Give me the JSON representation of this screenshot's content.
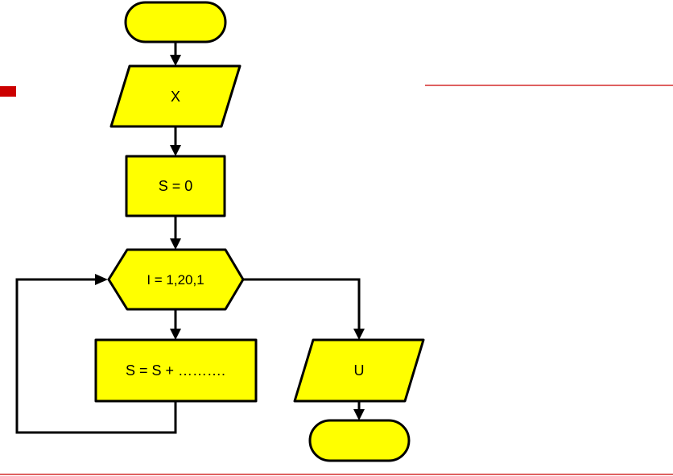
{
  "colors": {
    "node_fill": "#ffff00",
    "stroke": "#000000",
    "accent": "#cc0000",
    "background": "#ffffff"
  },
  "diagram": {
    "type": "flowchart",
    "nodes": {
      "start": {
        "shape": "terminator",
        "label": ""
      },
      "input_x": {
        "shape": "parallelogram",
        "label": "X"
      },
      "init_s": {
        "shape": "process",
        "label": "S = 0"
      },
      "loop": {
        "shape": "hexagon",
        "label": "I = 1,20,1"
      },
      "accumulate": {
        "shape": "process",
        "label": "S = S + ………."
      },
      "output_u": {
        "shape": "parallelogram",
        "label": "U"
      },
      "end": {
        "shape": "terminator",
        "label": ""
      }
    },
    "edges": [
      {
        "from": "start",
        "to": "input_x"
      },
      {
        "from": "input_x",
        "to": "init_s"
      },
      {
        "from": "init_s",
        "to": "loop"
      },
      {
        "from": "loop",
        "to": "accumulate"
      },
      {
        "from": "accumulate",
        "to": "loop"
      },
      {
        "from": "loop",
        "to": "output_u"
      },
      {
        "from": "output_u",
        "to": "end"
      }
    ]
  }
}
